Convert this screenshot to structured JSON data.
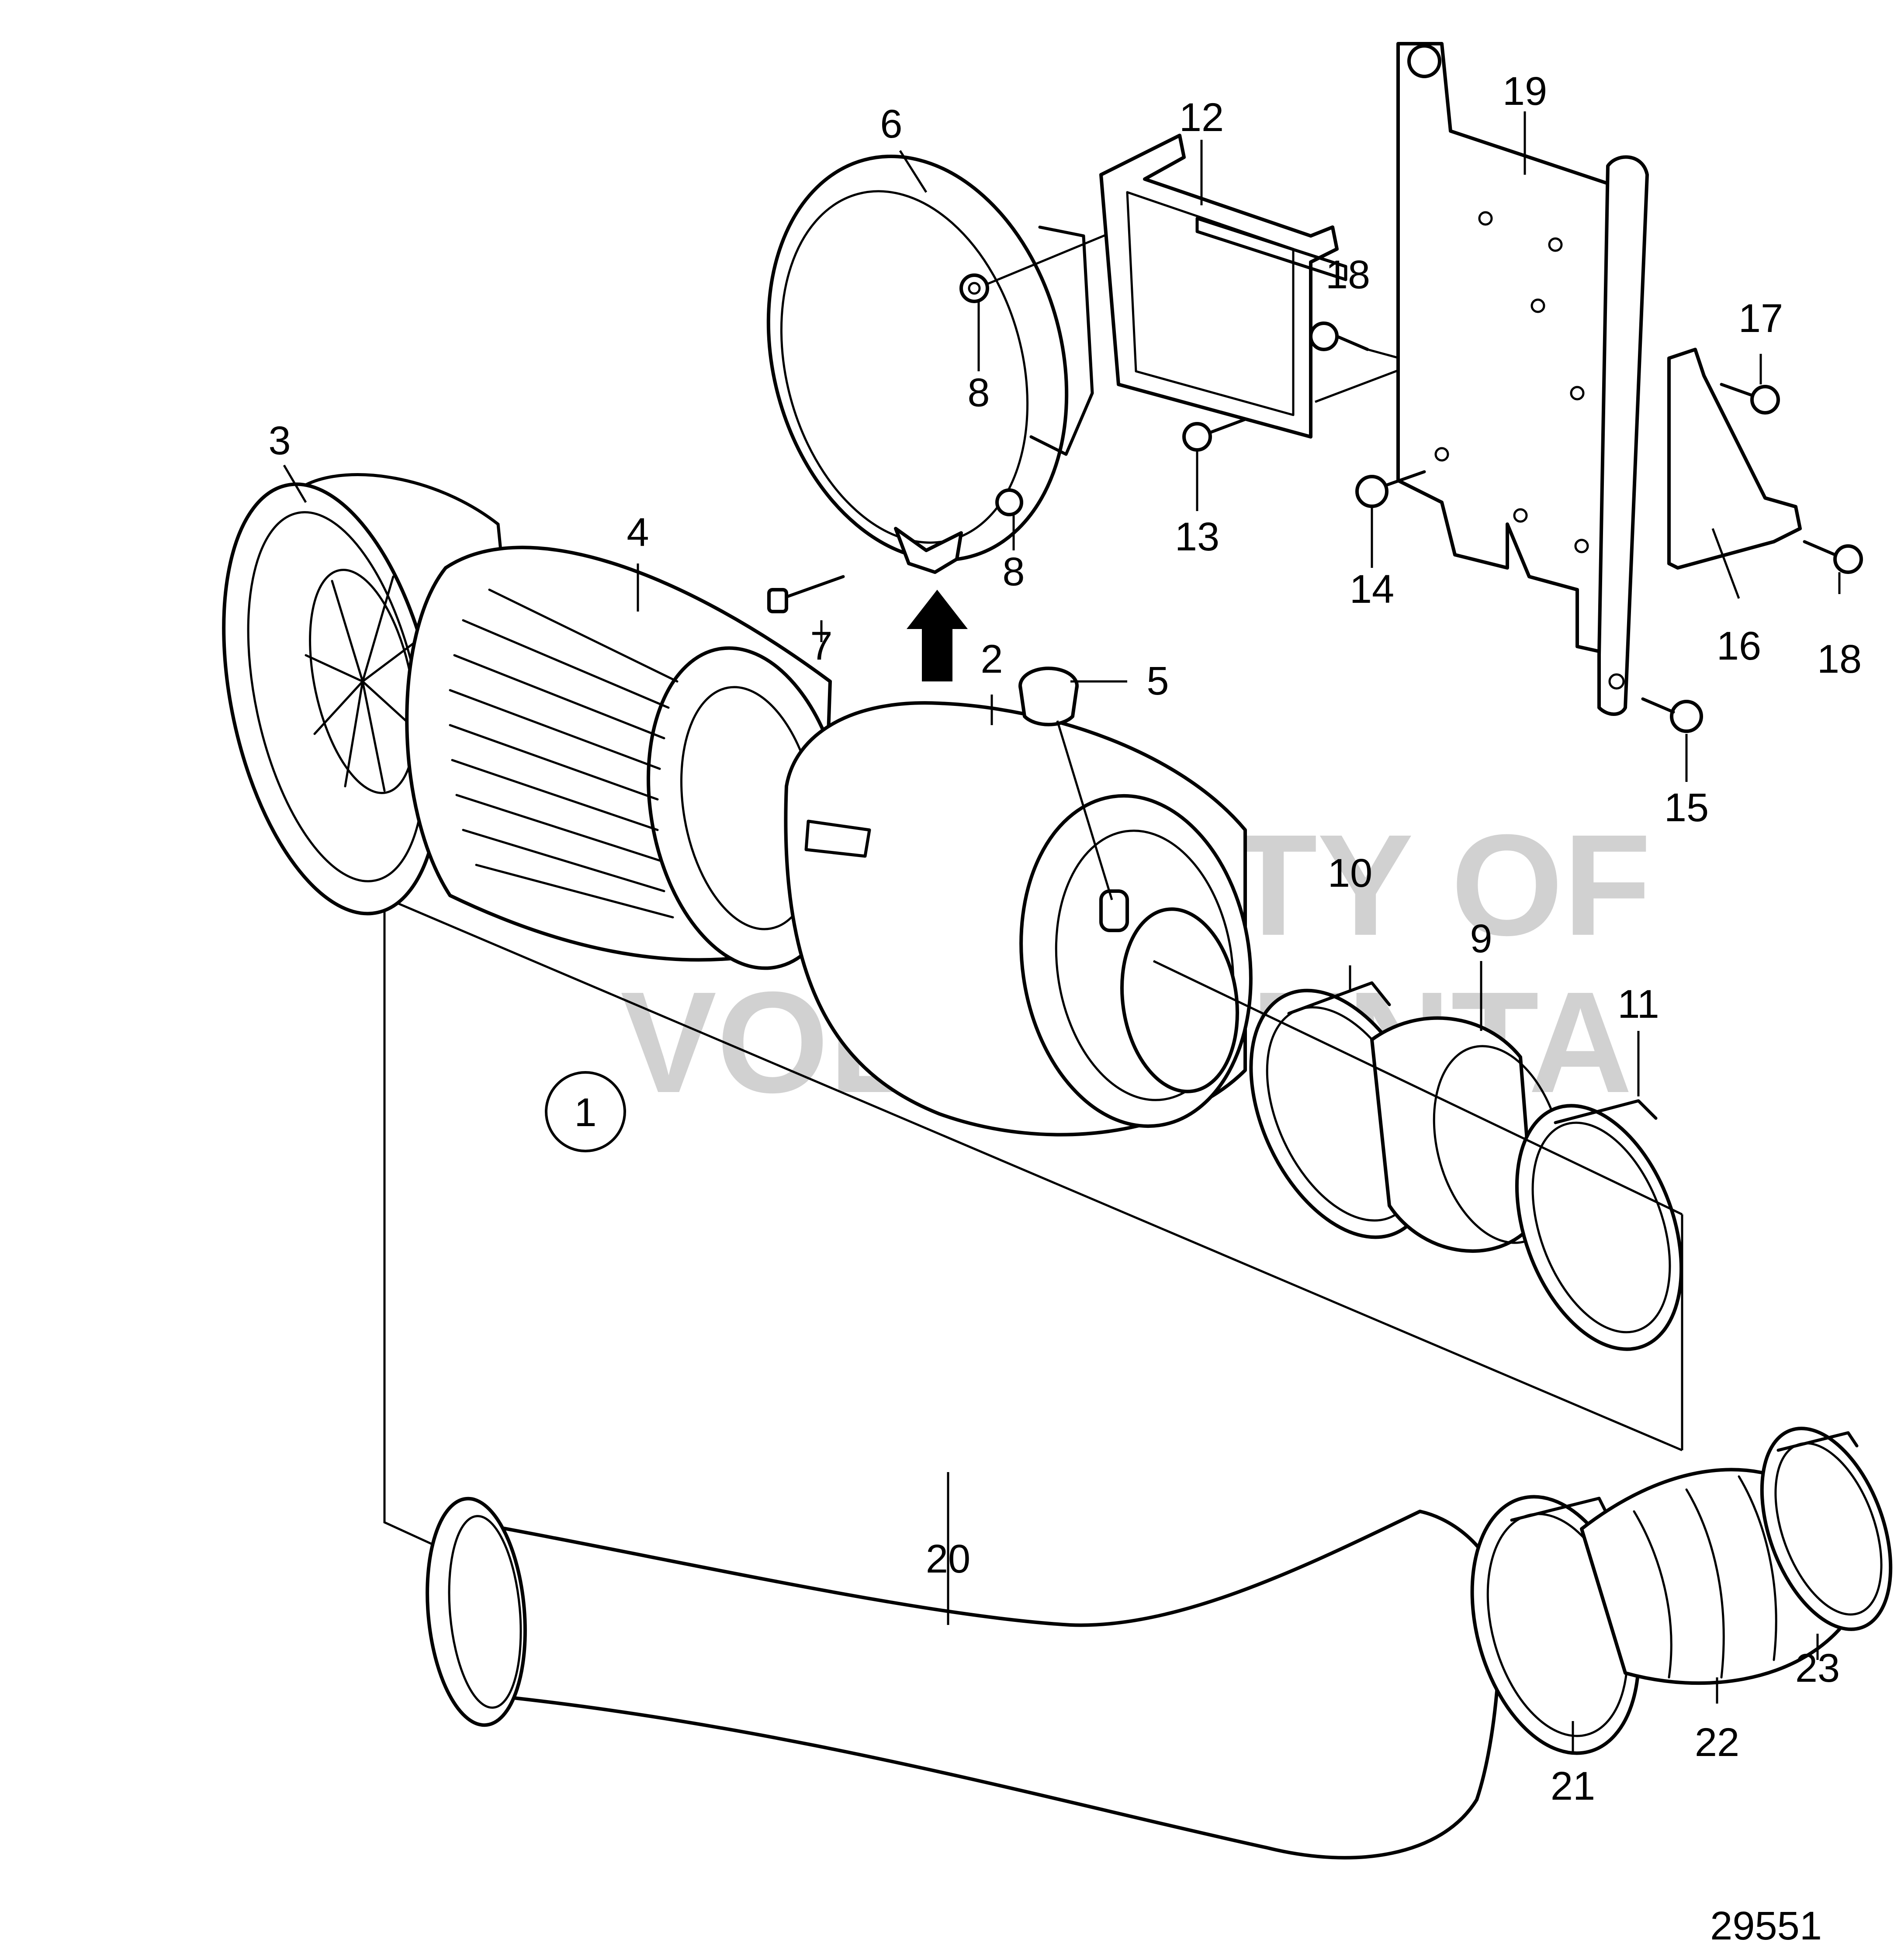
{
  "diagram": {
    "drawing_number": "29551",
    "watermark": [
      "PROPERTY OF",
      "VOLVO PENTA"
    ],
    "assembly_callout": "1",
    "callouts": [
      "2",
      "3",
      "4",
      "5",
      "6",
      "7",
      "8",
      "8",
      "9",
      "10",
      "11",
      "12",
      "13",
      "14",
      "15",
      "16",
      "17",
      "18",
      "18",
      "19",
      "20",
      "21",
      "22",
      "23"
    ],
    "parts": {
      "air_filter_housing": "2",
      "front_cover": "3",
      "filter_element": "4",
      "service_indicator": "5",
      "mounting_strap": "6",
      "strap_bolt": "7",
      "strap_nut_upper": "8",
      "strap_nut_lower": "8",
      "rubber_bellows": "9",
      "hose_clamp_left": "10",
      "hose_clamp_right": "11",
      "strap_bracket": "12",
      "bracket_screw": "13",
      "plate_screw_middle": "14",
      "plate_screw_lower": "15",
      "angle_bracket": "16",
      "angle_screw_upper": "17",
      "angle_screw_lower": "18",
      "plate_stud": "18",
      "mounting_plate": "19",
      "intake_pipe": "20",
      "pipe_clamp_left": "21",
      "pipe_bellows": "22",
      "pipe_clamp_right": "23"
    }
  }
}
